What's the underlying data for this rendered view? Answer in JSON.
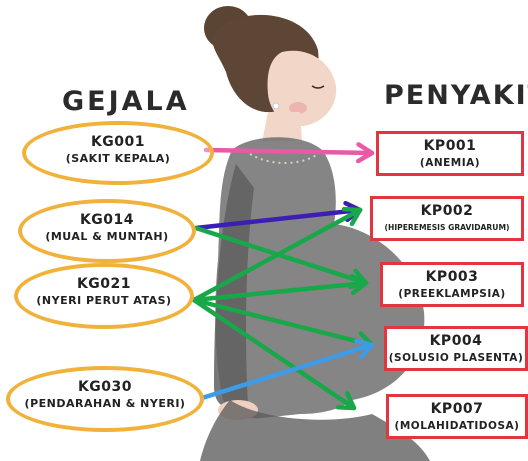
{
  "headings": {
    "symptoms": "GEJALA",
    "diseases": "PENYAKIT"
  },
  "symptoms": [
    {
      "code": "KG001",
      "name": "(SAKIT KEPALA)"
    },
    {
      "code": "KG014",
      "name": "(MUAL & MUNTAH)"
    },
    {
      "code": "KG021",
      "name": "(NYERI PERUT ATAS)"
    },
    {
      "code": "KG030",
      "name": "(PENDARAHAN & NYERI)"
    }
  ],
  "diseases": [
    {
      "code": "KP001",
      "name": "(ANEMIA)"
    },
    {
      "code": "KP002",
      "name": "(HIPEREMESIS GRAVIDARUM)"
    },
    {
      "code": "KP003",
      "name": "(PREEKLAMPSIA)"
    },
    {
      "code": "KP004",
      "name": "(SOLUSIO PLASENTA)"
    },
    {
      "code": "KP007",
      "name": "(MOLAHIDATIDOSA)"
    }
  ],
  "relations": [
    {
      "from": "KG001",
      "to": "KP001",
      "color": "#e85aa5"
    },
    {
      "from": "KG014",
      "to": "KP002",
      "color": "#3b1fb5"
    },
    {
      "from": "KG014",
      "to": "KP003",
      "color": "#18a84a"
    },
    {
      "from": "KG021",
      "to": "KP002",
      "color": "#18a84a"
    },
    {
      "from": "KG021",
      "to": "KP003",
      "color": "#18a84a"
    },
    {
      "from": "KG021",
      "to": "KP004",
      "color": "#18a84a"
    },
    {
      "from": "KG021",
      "to": "KP007",
      "color": "#18a84a"
    },
    {
      "from": "KG030",
      "to": "KP004",
      "color": "#3d9be8"
    }
  ],
  "colors": {
    "symptom_outline": "#f0b23a",
    "disease_outline": "#e2353f"
  },
  "illustration": "pregnant-woman-watercolor"
}
